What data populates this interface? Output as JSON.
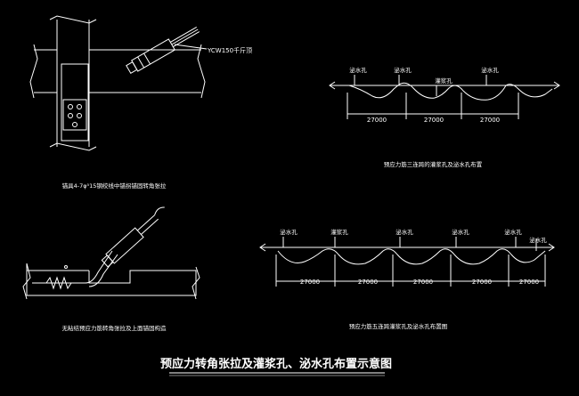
{
  "drawing": {
    "title": "预应力转角张拉及灌浆孔、泌水孔布置示意图",
    "colors": {
      "background": "#000000",
      "line": "#ffffff",
      "title": "#ffffff"
    },
    "detail_top_left": {
      "jack_label": "YCW150千斤顶",
      "caption": "锚具4-7φ⁵15钢绞线中锚拐锚固转角张拉"
    },
    "detail_bottom_left": {
      "caption": "无粘结预应力筋转角张拉及上面锚固构造"
    },
    "profile_top": {
      "labels": [
        "泌水孔",
        "泌水孔",
        "灌浆孔",
        "泌水孔"
      ],
      "spans": [
        "27000",
        "27000",
        "27000"
      ],
      "caption": "预应力筋三连跨的灌浆孔及泌水孔布置"
    },
    "profile_bottom": {
      "labels": [
        "泌水孔",
        "灌浆孔",
        "泌水孔",
        "泌水孔",
        "泌水孔",
        "泌水孔"
      ],
      "spans": [
        "27000",
        "27000",
        "27000",
        "27000",
        "27000"
      ],
      "caption": "预应力筋五连跨灌浆孔及泌水孔布置图"
    }
  }
}
